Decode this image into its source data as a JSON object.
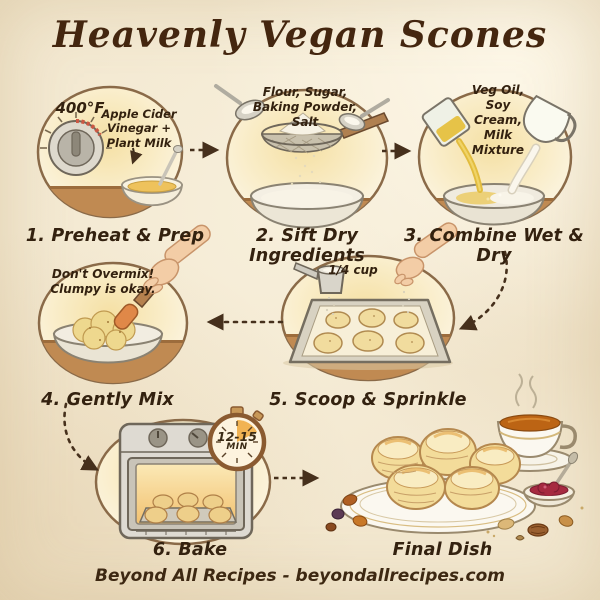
{
  "title": "Heavenly Vegan Scones",
  "footer": "Beyond All Recipes - beyondallrecipes.com",
  "steps": {
    "s1": {
      "caption": "1. Preheat & Prep",
      "temp_label": "400°F",
      "note": "Apple Cider Vinegar + Plant Milk"
    },
    "s2": {
      "caption": "2. Sift Dry Ingredients",
      "note": "Flour, Sugar, Baking Powder, Salt"
    },
    "s3": {
      "caption": "3. Combine Wet & Dry",
      "note": "Veg Oil, Soy Cream, Milk Mixture"
    },
    "s4": {
      "caption": "4. Gently Mix",
      "note": "Don't Overmix! Clumpy is okay."
    },
    "s5": {
      "caption": "5. Scoop & Sprinkle",
      "note": "1/4 cup"
    },
    "s6": {
      "caption": "6. Bake",
      "timer_value": "12-15",
      "timer_unit": "MIN"
    },
    "final": {
      "caption": "Final Dish"
    }
  },
  "colors": {
    "title_brown": "#44260f",
    "arrow_brown": "#46301c",
    "circle_glow": "#f5dfa0",
    "wood": "#c08a52",
    "oven_glow": "#f2c170",
    "timer_wedge": "#f0ac44",
    "jam_red": "#a62a40",
    "tea_orange": "#bc6414",
    "scone_gold": "#f3dc9a",
    "parchment": "#f2e7cf"
  }
}
